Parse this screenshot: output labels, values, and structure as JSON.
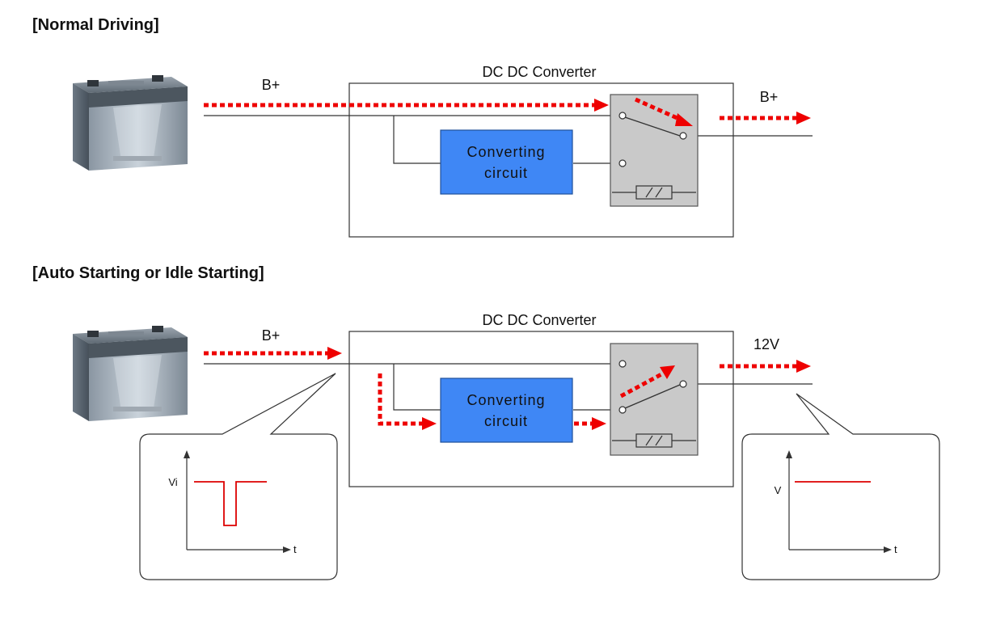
{
  "sections": [
    {
      "title": "[Normal Driving]",
      "converter_label": "DC DC Converter",
      "input_label": "B+",
      "output_label": "B+",
      "circuit_label_line1": "Converting",
      "circuit_label_line2": "circuit"
    },
    {
      "title": "[Auto Starting or Idle Starting]",
      "converter_label": "DC DC Converter",
      "input_label": "B+",
      "output_label": "12V",
      "circuit_label_line1": "Converting",
      "circuit_label_line2": "circuit",
      "input_graph": {
        "y_label": "Vi",
        "x_label": "t"
      },
      "output_graph": {
        "y_label": "V",
        "x_label": "t"
      }
    }
  ],
  "colors": {
    "flow_arrow": "#ee0000",
    "circuit_box": "#3f87f5",
    "relay_box": "#c9c9c9",
    "signal": "#dd0000"
  },
  "icons": [
    "battery-icon",
    "relay-switch-icon",
    "relay-coil-icon"
  ]
}
